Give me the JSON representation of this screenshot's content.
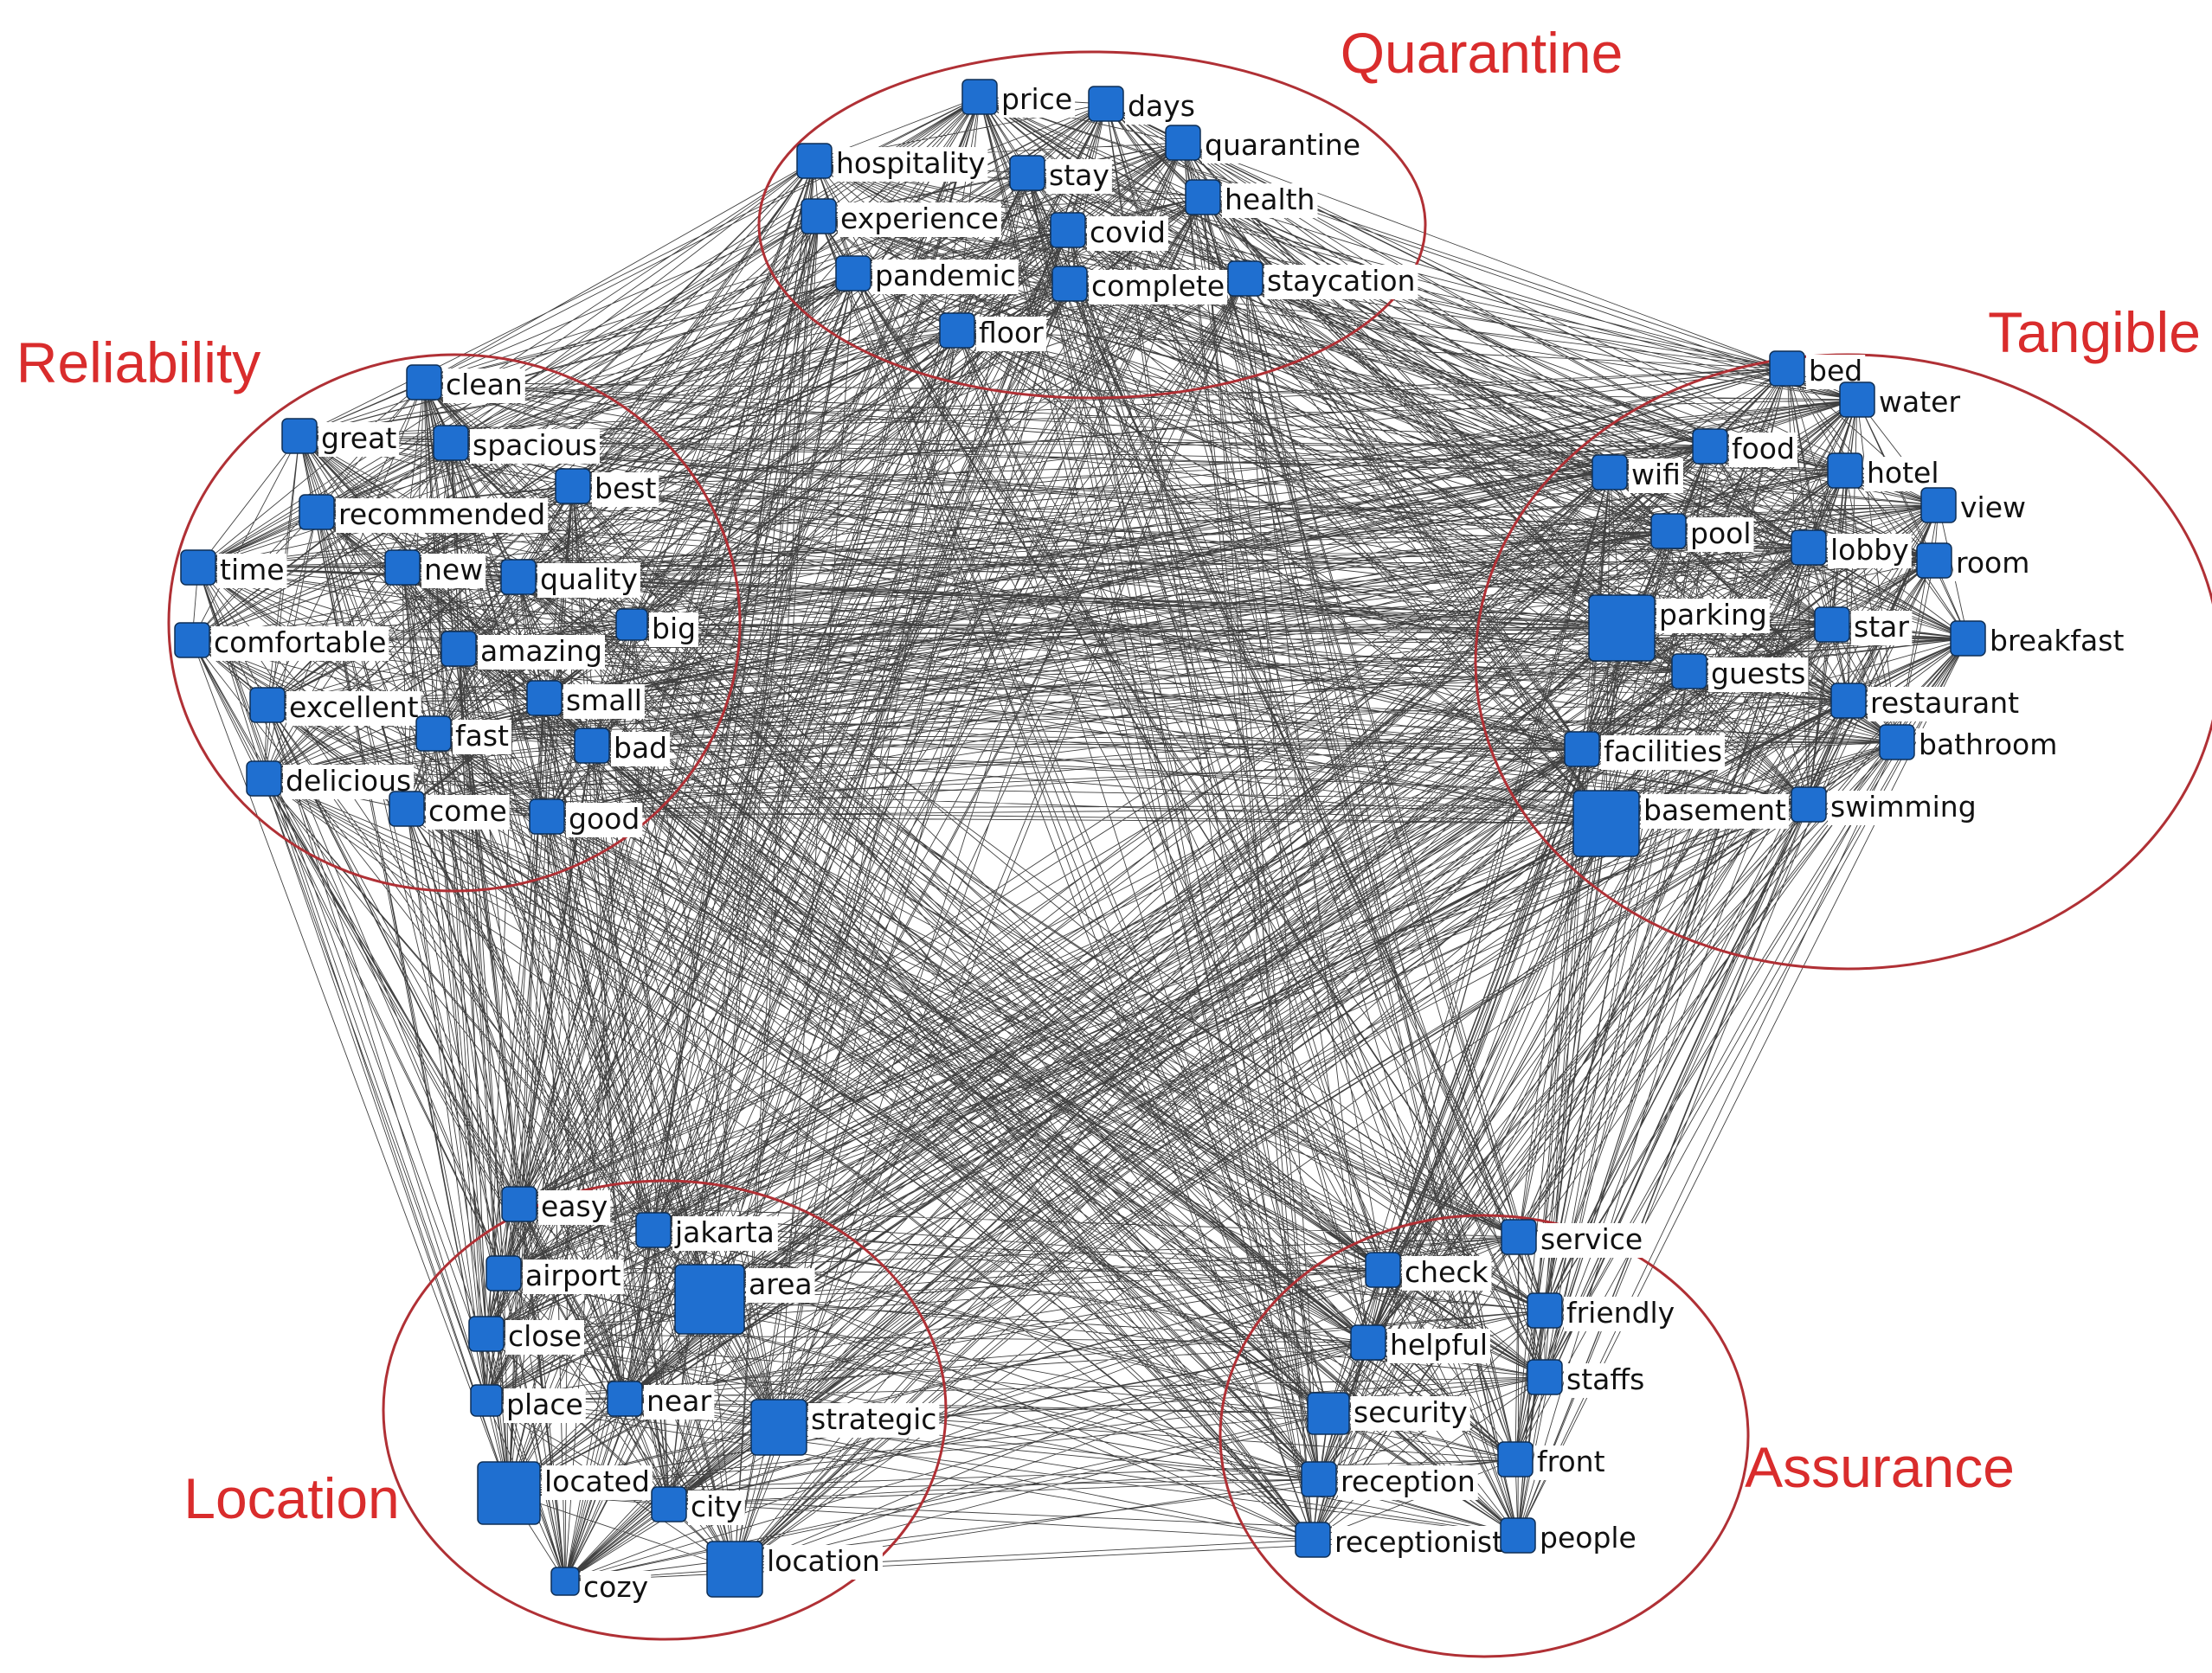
{
  "colors": {
    "node_fill": "#1f6fd0",
    "node_stroke": "#0f2f55",
    "edge": "#000000",
    "cluster_outline": "#b03035",
    "cluster_label": "#d92c2c",
    "word_label": "#111111",
    "label_background": "#ffffff"
  },
  "node_shape": "rounded-square",
  "node_size_encoding": "frequency",
  "edges": "dense all-to-all co-occurrence links between words",
  "clusters": [
    {
      "id": "quarantine",
      "label": "Quarantine",
      "words": [
        {
          "text": "price",
          "weight": 1
        },
        {
          "text": "days",
          "weight": 1
        },
        {
          "text": "hospitality",
          "weight": 1
        },
        {
          "text": "stay",
          "weight": 1
        },
        {
          "text": "quarantine",
          "weight": 1
        },
        {
          "text": "health",
          "weight": 1
        },
        {
          "text": "experience",
          "weight": 1
        },
        {
          "text": "covid",
          "weight": 1
        },
        {
          "text": "pandemic",
          "weight": 1
        },
        {
          "text": "complete",
          "weight": 1
        },
        {
          "text": "staycation",
          "weight": 1
        },
        {
          "text": "floor",
          "weight": 1
        }
      ]
    },
    {
      "id": "reliability",
      "label": "Reliability",
      "words": [
        {
          "text": "clean",
          "weight": 1
        },
        {
          "text": "great",
          "weight": 1
        },
        {
          "text": "spacious",
          "weight": 1
        },
        {
          "text": "best",
          "weight": 1
        },
        {
          "text": "recommended",
          "weight": 1
        },
        {
          "text": "time",
          "weight": 1
        },
        {
          "text": "new",
          "weight": 1
        },
        {
          "text": "quality",
          "weight": 1
        },
        {
          "text": "big",
          "weight": 0.9
        },
        {
          "text": "comfortable",
          "weight": 1
        },
        {
          "text": "amazing",
          "weight": 1
        },
        {
          "text": "excellent",
          "weight": 1
        },
        {
          "text": "small",
          "weight": 1
        },
        {
          "text": "fast",
          "weight": 1
        },
        {
          "text": "bad",
          "weight": 1
        },
        {
          "text": "delicious",
          "weight": 1
        },
        {
          "text": "come",
          "weight": 1
        },
        {
          "text": "good",
          "weight": 1
        }
      ]
    },
    {
      "id": "tangible",
      "label": "Tangible",
      "words": [
        {
          "text": "bed",
          "weight": 1
        },
        {
          "text": "water",
          "weight": 1
        },
        {
          "text": "food",
          "weight": 1
        },
        {
          "text": "wifi",
          "weight": 1
        },
        {
          "text": "hotel",
          "weight": 1
        },
        {
          "text": "view",
          "weight": 1
        },
        {
          "text": "pool",
          "weight": 1
        },
        {
          "text": "lobby",
          "weight": 1
        },
        {
          "text": "room",
          "weight": 1
        },
        {
          "text": "parking",
          "weight": 1.9
        },
        {
          "text": "star",
          "weight": 1
        },
        {
          "text": "breakfast",
          "weight": 1
        },
        {
          "text": "guests",
          "weight": 1
        },
        {
          "text": "restaurant",
          "weight": 1
        },
        {
          "text": "bathroom",
          "weight": 1
        },
        {
          "text": "facilities",
          "weight": 1
        },
        {
          "text": "basement",
          "weight": 1.9
        },
        {
          "text": "swimming",
          "weight": 1
        }
      ]
    },
    {
      "id": "location",
      "label": "Location",
      "words": [
        {
          "text": "easy",
          "weight": 1
        },
        {
          "text": "jakarta",
          "weight": 1
        },
        {
          "text": "airport",
          "weight": 1
        },
        {
          "text": "area",
          "weight": 2
        },
        {
          "text": "close",
          "weight": 1
        },
        {
          "text": "place",
          "weight": 0.9
        },
        {
          "text": "near",
          "weight": 1
        },
        {
          "text": "strategic",
          "weight": 1.6
        },
        {
          "text": "located",
          "weight": 1.8
        },
        {
          "text": "city",
          "weight": 1
        },
        {
          "text": "location",
          "weight": 1.6
        },
        {
          "text": "cozy",
          "weight": 0.8
        }
      ]
    },
    {
      "id": "assurance",
      "label": "Assurance",
      "words": [
        {
          "text": "service",
          "weight": 1
        },
        {
          "text": "check",
          "weight": 1
        },
        {
          "text": "friendly",
          "weight": 1
        },
        {
          "text": "helpful",
          "weight": 1
        },
        {
          "text": "staffs",
          "weight": 1
        },
        {
          "text": "security",
          "weight": 1.2
        },
        {
          "text": "front",
          "weight": 1
        },
        {
          "text": "reception",
          "weight": 1
        },
        {
          "text": "receptionist",
          "weight": 1
        },
        {
          "text": "people",
          "weight": 1
        }
      ]
    }
  ]
}
